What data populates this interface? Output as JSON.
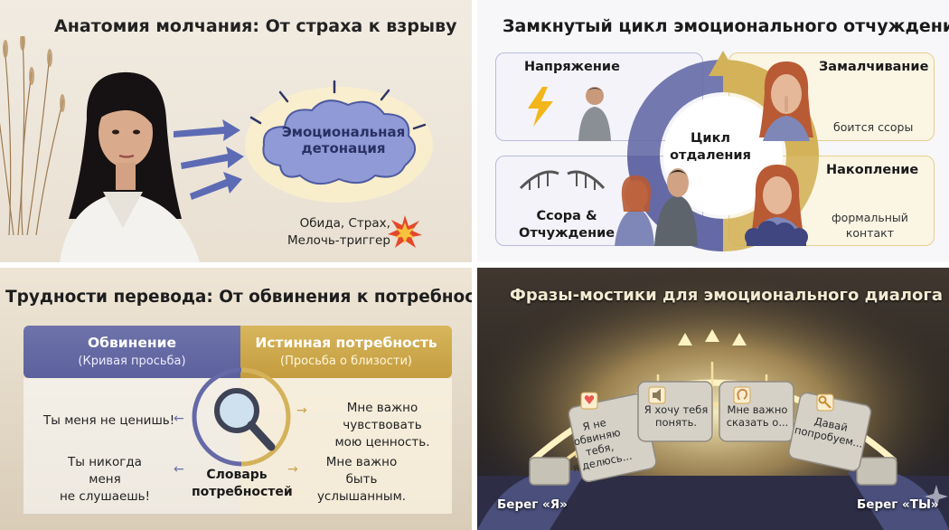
{
  "panel1": {
    "title": "Анатомия молчания: От страха к взрыву",
    "cloud_line1": "Эмоциональная",
    "cloud_line2": "детонация",
    "triggers_line1": "Обида, Страх,",
    "triggers_line2": "Мелочь-триггер",
    "colors": {
      "cloud": "#8f9ad6",
      "arrow": "#5d6bb4"
    }
  },
  "panel2": {
    "title": "Замкнутый цикл эмоционального отчуждения",
    "center_line1": "Цикл",
    "center_line2": "отдаления",
    "stages": [
      {
        "label": "Напряжение"
      },
      {
        "label": "Замалчивание",
        "sub": "боится ссоры"
      },
      {
        "label": "Накопление",
        "sub_line1": "формальный",
        "sub_line2": "контакт"
      },
      {
        "label_line1": "Ссора &",
        "label_line2": "Отчуждение"
      }
    ],
    "colors": {
      "blue": "#656aa6",
      "gold": "#d3b25a"
    }
  },
  "panel3": {
    "title": "Трудности перевода: От обвинения к потребности",
    "left_header": "Обвинение",
    "left_sub": "(Кривая просьба)",
    "right_header": "Истинная потребность",
    "right_sub": "(Просьба о близости)",
    "rows": [
      {
        "blame": "Ты меня не ценишь!",
        "need_line1": "Мне важно чувствовать",
        "need_line2": "мою ценность."
      },
      {
        "blame_line1": "Ты никогда меня",
        "blame_line2": "не слушаешь!",
        "need_line1": "Мне важно быть",
        "need_line2": "услышанным."
      }
    ],
    "dict_line1": "Словарь",
    "dict_line2": "потребностей"
  },
  "panel4": {
    "title": "Фразы-мостики для эмоционального диалога",
    "stones": [
      {
        "icon": "heart-icon",
        "lines": [
          "Я не обвиняю",
          "тебя,",
          "я делюсь..."
        ]
      },
      {
        "icon": "speaker-icon",
        "lines": [
          "Я хочу тебя",
          "понять."
        ]
      },
      {
        "icon": "ear-icon",
        "lines": [
          "Мне важно",
          "сказать о..."
        ]
      },
      {
        "icon": "key-icon",
        "lines": [
          "Давай",
          "попробуем..."
        ]
      }
    ],
    "shore_left": "Берег «Я»",
    "shore_right": "Берег «ТЫ»"
  }
}
